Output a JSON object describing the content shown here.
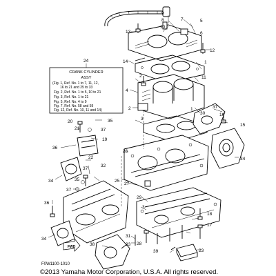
{
  "callouts": {
    "c1": "1",
    "c2": "2",
    "c3": "3",
    "c4": "4",
    "c5": "5",
    "c6": "6",
    "c7": "7",
    "c8": "8",
    "c9": "9",
    "c10": "10",
    "c11": "11",
    "c12": "12",
    "c13": "13",
    "c14": "14",
    "c15": "15",
    "c16": "16",
    "c17": "17",
    "c18": "18",
    "c19": "19",
    "c20": "20",
    "c21": "21",
    "c22": "22",
    "c23": "23",
    "c24": "24",
    "c25": "25",
    "c26": "26",
    "c27": "27",
    "c28": "28",
    "c29": "29",
    "c30": "30",
    "c31": "31",
    "c32": "32",
    "c33": "33",
    "c34": "34",
    "c35": "35",
    "c36": "36",
    "c37": "37",
    "c38": "38",
    "c39": "39"
  },
  "note": {
    "title": "CRANK CYLINDER",
    "subtitle": "ASSY",
    "lines": [
      "(Fig. 1, Ref. No. 1 to 7, 11, 12,",
      "16 to 21 and 25 to 33",
      "Fig. 2, Ref. No. 1 to 5, 10 to 21",
      "Fig. 3, Ref. No. 1 to 21",
      "Fig. 5, Ref. No. 4 to 9",
      "Fig. 7, Ref. No. 58 and 59",
      "Fig. 12, Ref. No. 10, 11 and 14)"
    ]
  },
  "fwd_label": "FWD",
  "figure_id": "F0W1100-1010",
  "copyright": "©2013 Yamaha Motor Corporation, U.S.A. All rights reserved."
}
